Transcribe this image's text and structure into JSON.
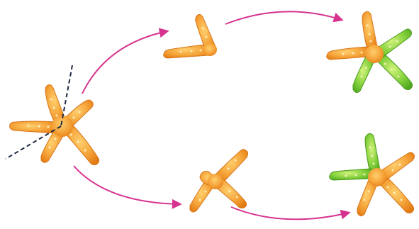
{
  "figure": {
    "colors": {
      "background": "#ffffff",
      "arrow": "#d6338f",
      "cut_line": "#1f2a44",
      "orange_base": "#f2a13a",
      "orange_dark": "#e07d14",
      "orange_light": "#ffd17a",
      "green_base": "#7ad03c",
      "green_dark": "#4fa81f",
      "green_light": "#c9f07a",
      "dots": "#fff3c8"
    },
    "stages": [
      {
        "role": "parent",
        "description_icon": "whole-starfish-icon"
      },
      {
        "role": "fragment-top",
        "description_icon": "two-arm-fragment-icon"
      },
      {
        "role": "regenerated-top",
        "description_icon": "regenerated-starfish-icon"
      },
      {
        "role": "fragment-bottom",
        "description_icon": "three-arm-fragment-icon"
      },
      {
        "role": "regenerated-bottom",
        "description_icon": "regenerated-starfish-icon"
      }
    ]
  }
}
